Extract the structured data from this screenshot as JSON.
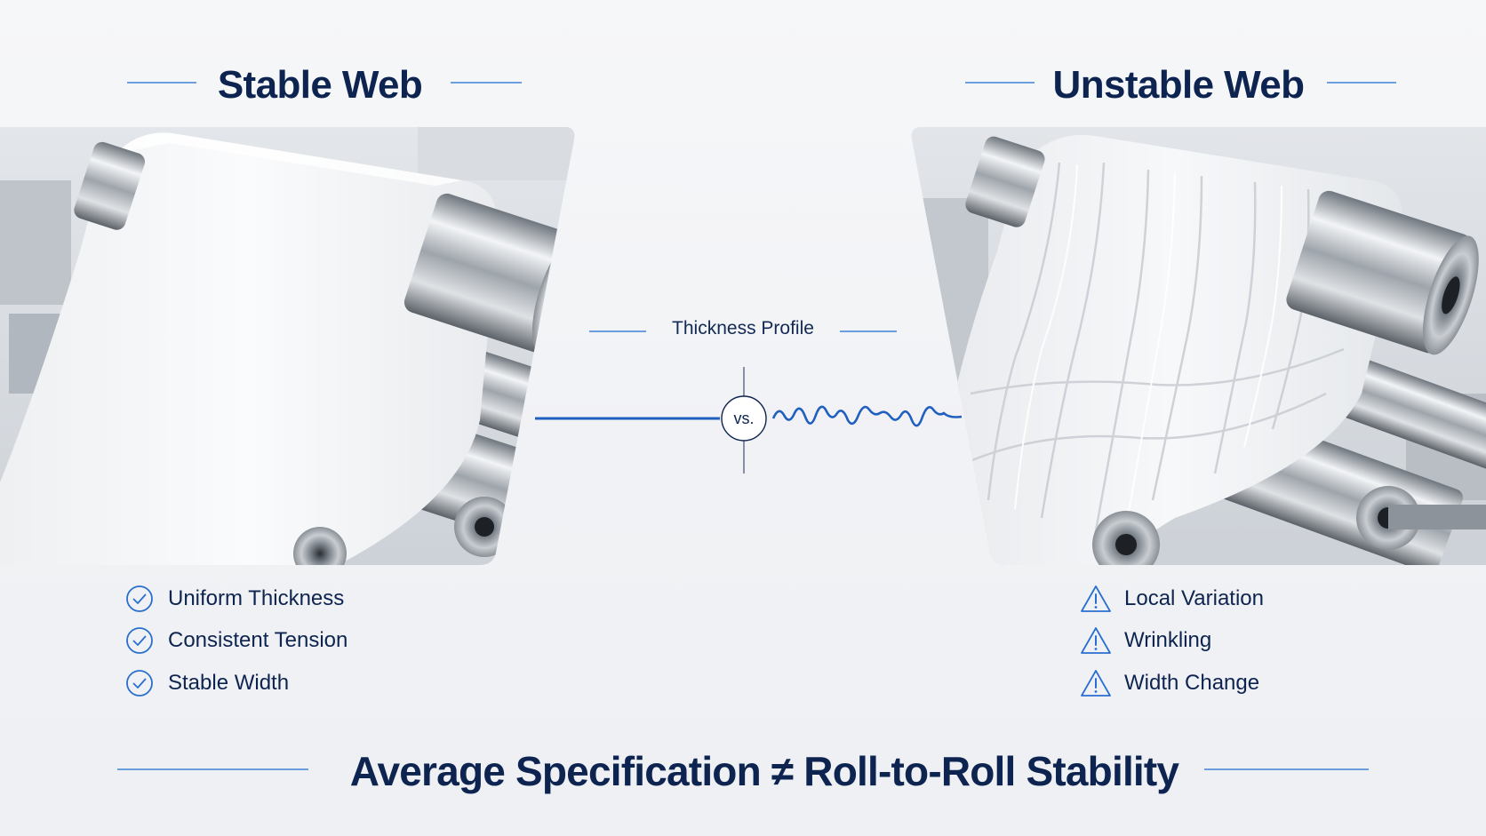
{
  "left": {
    "title": "Stable Web",
    "items": [
      {
        "label": "Uniform Thickness",
        "icon": "check-circle-icon"
      },
      {
        "label": "Consistent Tension",
        "icon": "check-circle-icon"
      },
      {
        "label": "Stable Width",
        "icon": "check-circle-icon"
      }
    ]
  },
  "right": {
    "title": "Unstable Web",
    "items": [
      {
        "label": "Local Variation",
        "icon": "warning-triangle-icon"
      },
      {
        "label": "Wrinkling",
        "icon": "warning-triangle-icon"
      },
      {
        "label": "Width Change",
        "icon": "warning-triangle-icon"
      }
    ]
  },
  "center": {
    "profile_label": "Thickness Profile",
    "vs_label": "vs."
  },
  "footer": {
    "statement": "Average Specification ≠ Roll-to-Roll Stability"
  },
  "colors": {
    "navy": "#0e2450",
    "accent_blue": "#1e5fbf",
    "rule_blue": "#3d82d6"
  }
}
